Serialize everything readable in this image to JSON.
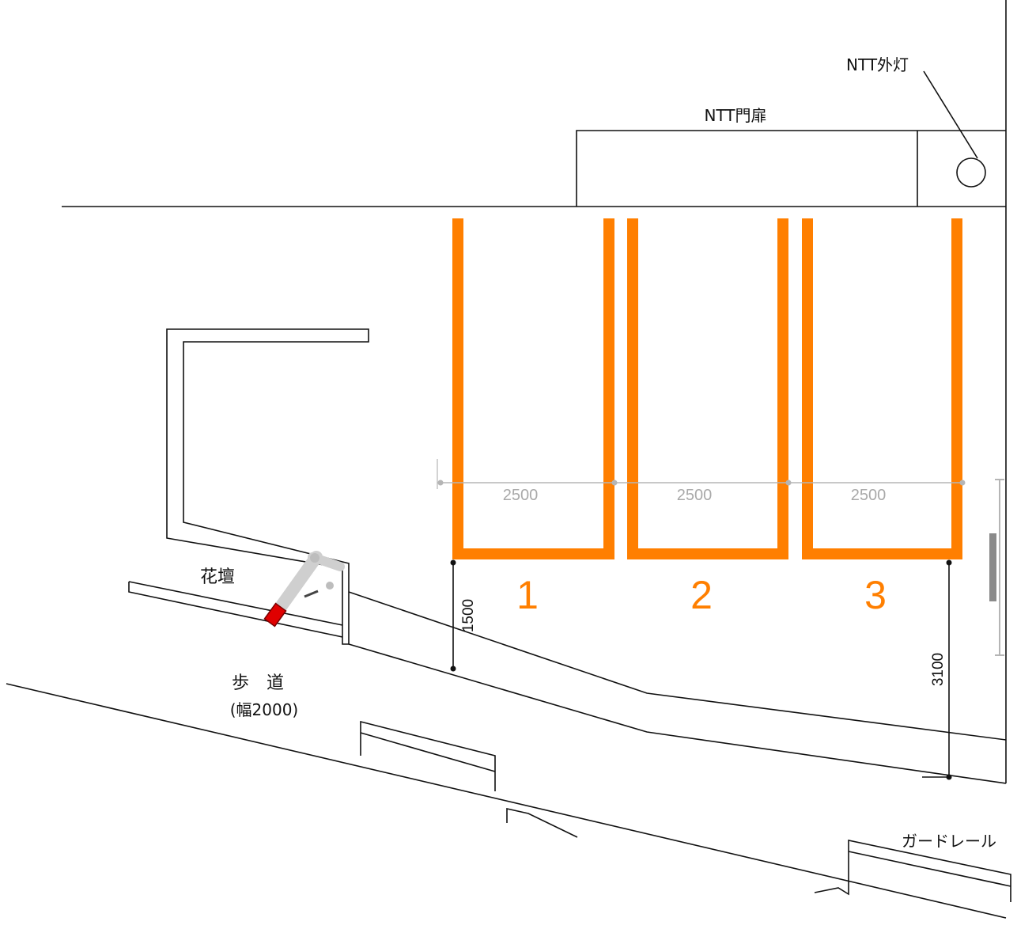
{
  "labels": {
    "ntt_light": "NTT外灯",
    "ntt_gate": "NTT門扉",
    "flower_bed": "花壇",
    "sidewalk": "歩　道",
    "sidewalk_width": "(幅2000)",
    "guardrail": "ガードレール"
  },
  "parking": {
    "color": "#ff7f00",
    "stalls": [
      {
        "number": "1",
        "width_label": "2500"
      },
      {
        "number": "2",
        "width_label": "2500"
      },
      {
        "number": "3",
        "width_label": "2500"
      }
    ]
  },
  "dimensions": {
    "left_depth": "1500",
    "right_depth": "3100"
  },
  "colors": {
    "line": "#111111",
    "dimension_gray": "#a9a9a9",
    "marker_red": "#e00000"
  }
}
